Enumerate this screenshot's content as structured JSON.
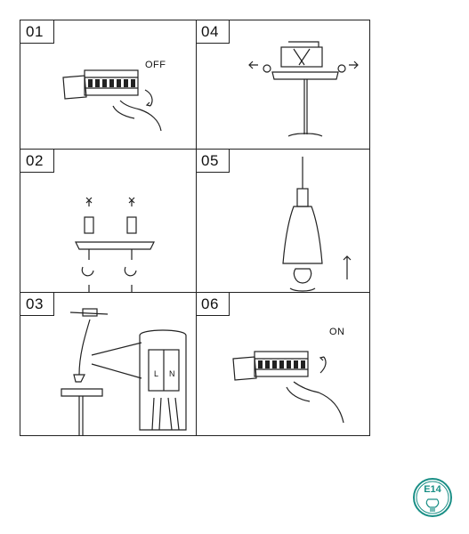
{
  "steps": [
    {
      "number": "01",
      "label": "OFF"
    },
    {
      "number": "04"
    },
    {
      "number": "02"
    },
    {
      "number": "05"
    },
    {
      "number": "03",
      "terminal_labels": [
        "L",
        "N"
      ]
    },
    {
      "number": "06",
      "label": "ON"
    }
  ],
  "badge": {
    "text": "E14",
    "icon": "bulb-icon",
    "color": "#1a8f86"
  }
}
